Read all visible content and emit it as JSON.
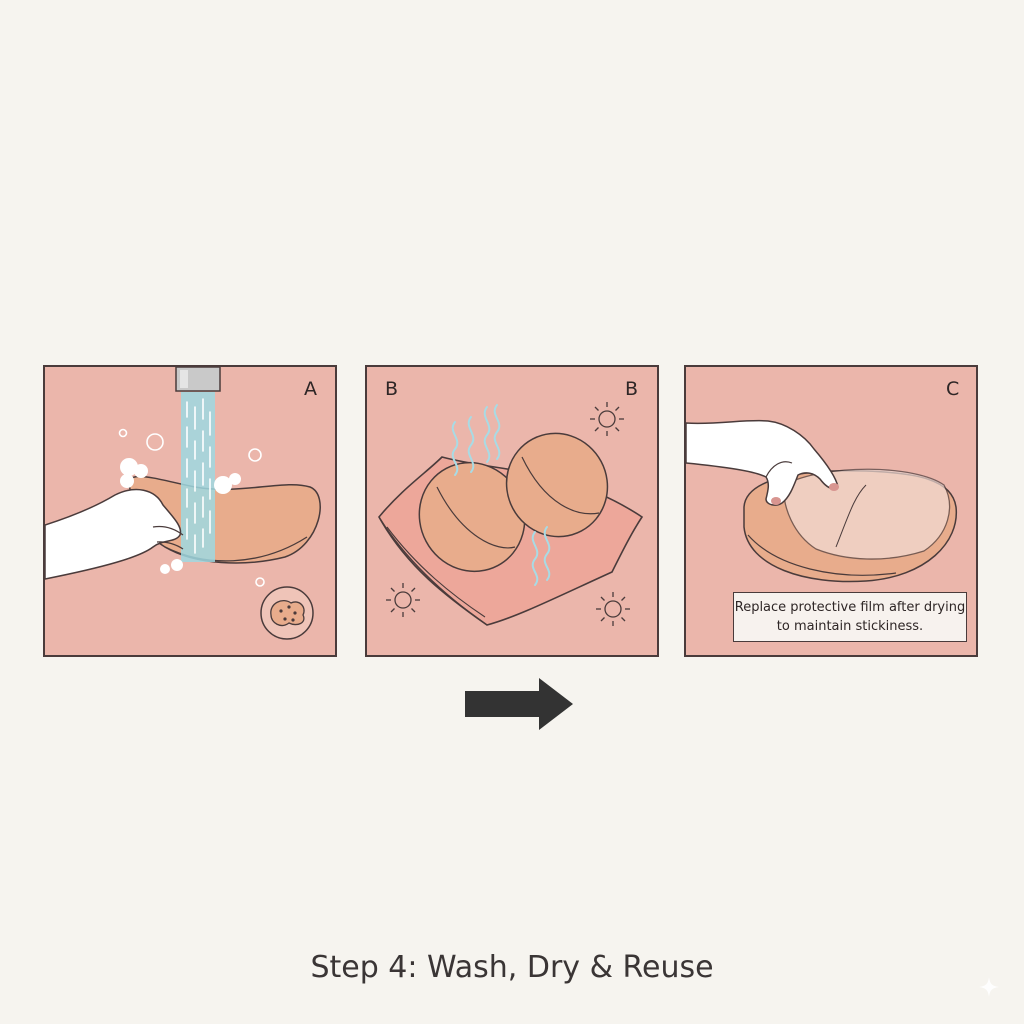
{
  "panels": [
    {
      "letter": "A"
    },
    {
      "letter_left": "B",
      "letter_right": "B"
    },
    {
      "letter": "C",
      "note": "Replace protective film after drying to maintain stickiness."
    }
  ],
  "title": "Step 4: Wash, Dry & Reuse",
  "icons": [
    "faucet-icon",
    "water-stream-icon",
    "soap-bubble-icon",
    "sponge-icon",
    "sun-icon",
    "heat-wave-icon",
    "arrow-right-icon",
    "sparkle-icon"
  ],
  "colors": {
    "background": "#f6f4ef",
    "panel": "#ebb6ab",
    "pad": "#e8ac8c",
    "outline": "#4a3b3b",
    "water": "#9fd8e0",
    "arrow": "#333333"
  }
}
